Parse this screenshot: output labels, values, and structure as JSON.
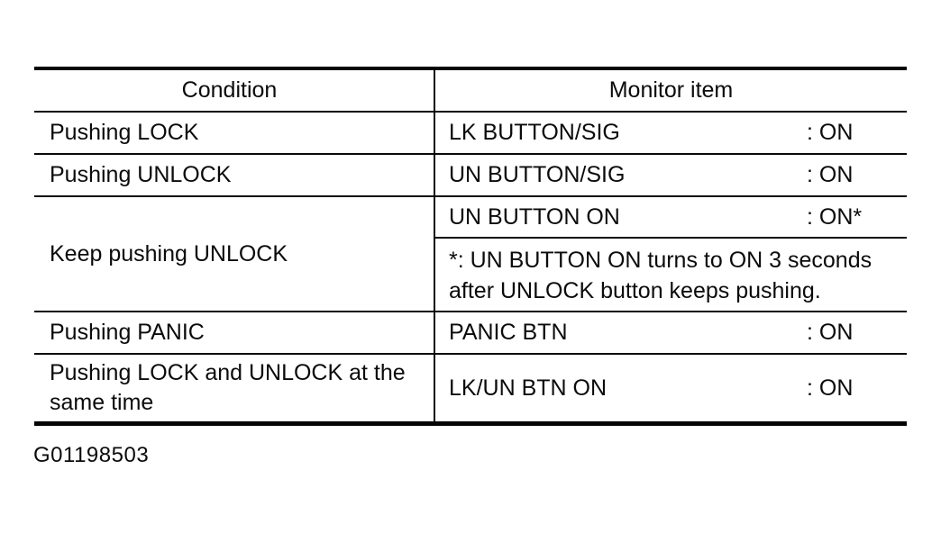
{
  "figure_id": "G01198503",
  "table": {
    "columns": [
      {
        "label": "Condition"
      },
      {
        "label": "Monitor item"
      }
    ],
    "rows": [
      {
        "condition": "Pushing LOCK",
        "monitor": [
          {
            "item": "LK BUTTON/SIG",
            "value": ": ON"
          }
        ]
      },
      {
        "condition": "Pushing UNLOCK",
        "monitor": [
          {
            "item": "UN BUTTON/SIG",
            "value": ": ON"
          }
        ]
      },
      {
        "condition": "Keep pushing UNLOCK",
        "monitor": [
          {
            "item": "UN BUTTON ON",
            "value": ": ON*"
          }
        ],
        "note": "*: UN BUTTON ON turns to ON 3 seconds after UNLOCK button keeps pushing."
      },
      {
        "condition": "Pushing PANIC",
        "monitor": [
          {
            "item": "PANIC BTN",
            "value": ": ON"
          }
        ]
      },
      {
        "condition": "Pushing LOCK and UNLOCK at the same time",
        "monitor": [
          {
            "item": "LK/UN BTN ON",
            "value": ": ON"
          }
        ]
      }
    ]
  },
  "colors": {
    "ink": "#0b0b0b",
    "paper": "#ffffff"
  }
}
